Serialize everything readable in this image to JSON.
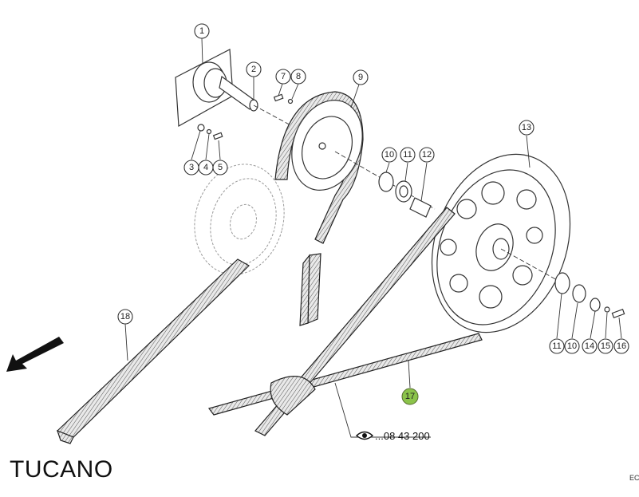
{
  "diagram": {
    "model_label": "TUCANO",
    "corner_code": "EC",
    "reference_text": "...08 43 200",
    "highlighted_callout": "17",
    "highlight_color": "#8bc34a",
    "callouts": [
      "1",
      "2",
      "3",
      "4",
      "5",
      "7",
      "8",
      "9",
      "10",
      "11",
      "12",
      "13",
      "11",
      "10",
      "14",
      "15",
      "16",
      "17",
      "18"
    ]
  }
}
